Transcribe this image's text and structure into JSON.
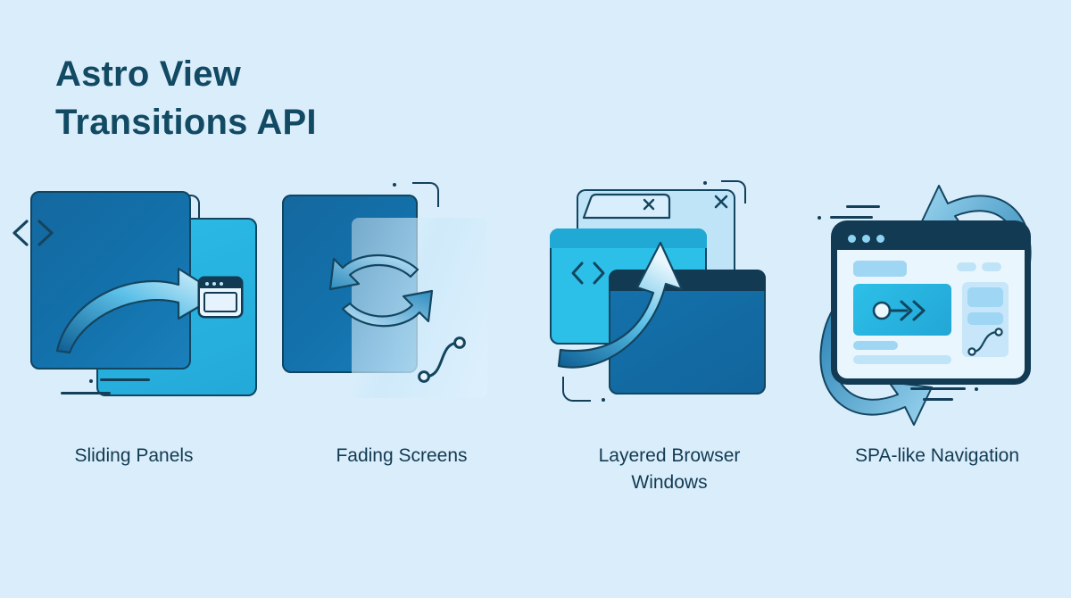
{
  "page": {
    "title": "Astro View\nTransitions API",
    "background_color": "#daedfb",
    "title_color": "#124a63"
  },
  "palette": {
    "deep_blue": "#1268a3",
    "cyan": "#29b6e0",
    "navy": "#123a52",
    "light_blue": "#bfe4f8",
    "background": "#daedfb"
  },
  "cards": [
    {
      "id": "sliding-panels",
      "caption": "Sliding Panels",
      "icons": [
        "chevron-left-icon",
        "chevron-right-icon",
        "curved-arrow-right-icon",
        "browser-window-icon"
      ]
    },
    {
      "id": "fading-screens",
      "caption": "Fading Screens",
      "icons": [
        "swap-arrows-icon",
        "bezier-curve-icon"
      ]
    },
    {
      "id": "layered-browser-windows",
      "caption": "Layered Browser\nWindows",
      "icons": [
        "close-icon",
        "close-icon",
        "code-brackets-icon",
        "curved-arrow-up-icon"
      ]
    },
    {
      "id": "spa-like-navigation",
      "caption": "SPA-like Navigation",
      "icons": [
        "circular-arrow-down-icon",
        "circular-arrow-up-icon",
        "forward-play-icon",
        "bezier-curve-icon"
      ]
    }
  ]
}
